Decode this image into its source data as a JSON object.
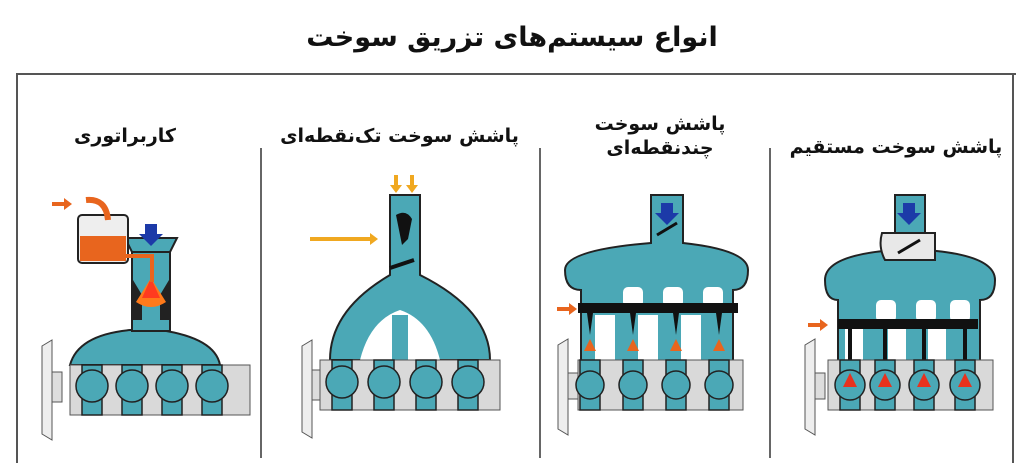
{
  "title": "انواع سیستم‌های تزریق سوخت",
  "colors": {
    "teal": "#4ba8b6",
    "fuel": "#e8651e",
    "air": "#1c3aa8",
    "engine_block": "#d9d9d9",
    "outline": "#111111"
  },
  "panels": [
    {
      "id": "carburetor",
      "label": "کاربراتوری",
      "icons": [
        "fuel-arrow-icon",
        "air-arrow-icon",
        "float-bowl",
        "venturi",
        "throttle"
      ]
    },
    {
      "id": "single-point",
      "label": "پاشش سوخت تک‌نقطه‌ای",
      "icons": [
        "air-arrows-icon",
        "fuel-arrow-icon",
        "injector",
        "throttle"
      ]
    },
    {
      "id": "multi-point",
      "label_line1": "پاشش سوخت",
      "label_line2": "چندنقطه‌ای",
      "icons": [
        "air-arrow-icon",
        "fuel-arrow-icon",
        "fuel-rail",
        "injectors"
      ]
    },
    {
      "id": "direct",
      "label": "پاشش سوخت مستقیم",
      "icons": [
        "air-arrow-icon",
        "fuel-arrow-icon",
        "fuel-rail",
        "injectors"
      ]
    }
  ]
}
